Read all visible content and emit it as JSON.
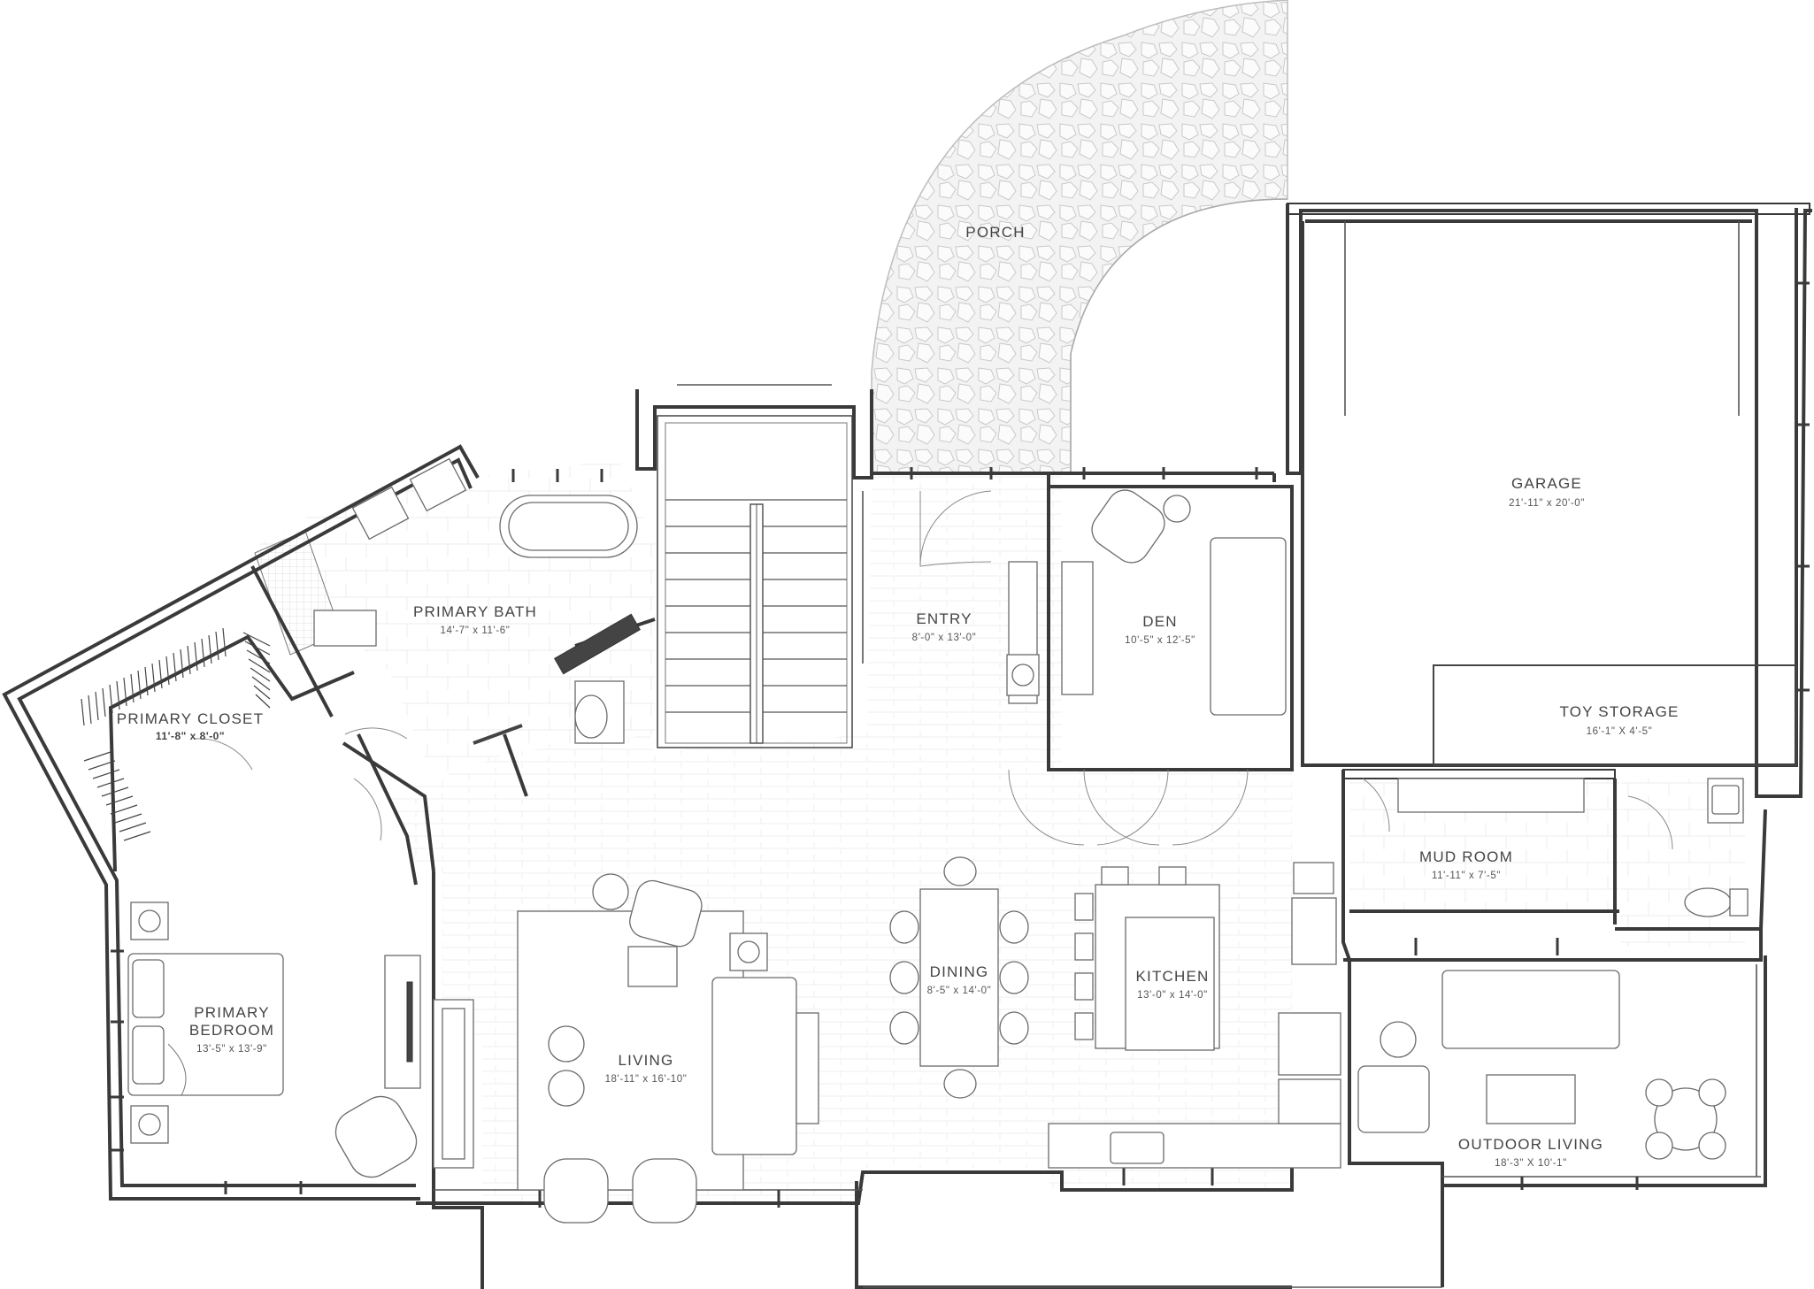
{
  "plan": {
    "rooms": {
      "porch": {
        "name": "PORCH"
      },
      "garage": {
        "name": "GARAGE",
        "dimensions": "21'-11\" x 20'-0\""
      },
      "toy_storage": {
        "name": "TOY STORAGE",
        "dimensions": "16'-1\" X 4'-5\""
      },
      "primary_bath": {
        "name": "PRIMARY BATH",
        "dimensions": "14'-7\" x 11'-6\""
      },
      "entry": {
        "name": "ENTRY",
        "dimensions": "8'-0\" x 13'-0\""
      },
      "den": {
        "name": "DEN",
        "dimensions": "10'-5\" x 12'-5\""
      },
      "primary_closet": {
        "name": "PRIMARY CLOSET",
        "dimensions": "11'-8\" x 8'-0\""
      },
      "mud_room": {
        "name": "MUD ROOM",
        "dimensions": "11'-11\" x 7'-5\""
      },
      "primary_bedroom": {
        "name_line1": "PRIMARY",
        "name_line2": "BEDROOM",
        "dimensions": "13'-5\" x 13'-9\""
      },
      "dining": {
        "name": "DINING",
        "dimensions": "8'-5\" x 14'-0\""
      },
      "kitchen": {
        "name": "KITCHEN",
        "dimensions": "13'-0\" x 14'-0\""
      },
      "living": {
        "name": "LIVING",
        "dimensions": "18'-11\" x 16'-10\""
      },
      "outdoor_living": {
        "name": "OUTDOOR LIVING",
        "dimensions": "18'-3\" X 10'-1\""
      }
    },
    "colors": {
      "wall": "#3a3a3a",
      "text": "#444444",
      "porch_fill": "#f1f1f1",
      "background": "#ffffff"
    }
  }
}
